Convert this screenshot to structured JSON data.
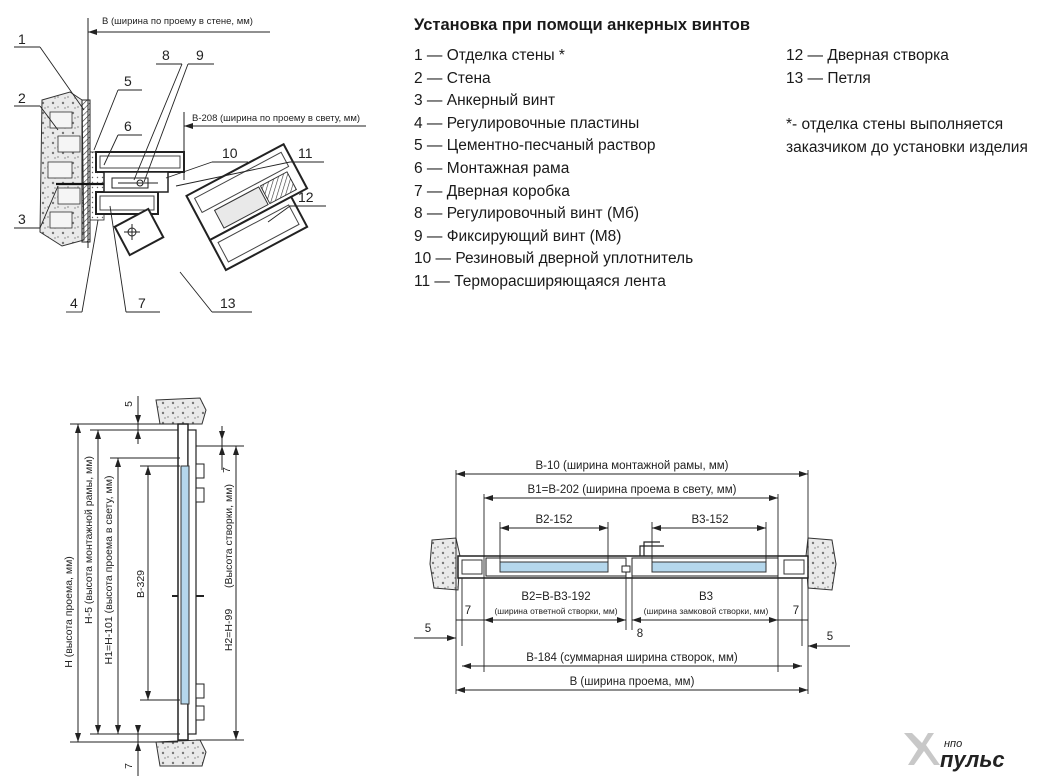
{
  "title": "Установка при помощи анкерных винтов",
  "legend_left": [
    "1 — Отделка стены *",
    "2 — Стена",
    "3 — Анкерный винт",
    "4 — Регулировочные пластины",
    "5 — Цементно-песчаный раствор",
    "6 — Монтажная рама",
    "7 — Дверная коробка",
    "8 — Регулировочный винт (Мб)",
    "9 — Фиксирующий винт (М8)",
    "10 — Резиновый дверной уплотнитель",
    "11 — Терморасширяющаяся лента"
  ],
  "legend_right": [
    "12 — Дверная створка",
    "13 — Петля"
  ],
  "note": [
    "*- отделка стены выполняется",
    "заказчиком до установки изделия"
  ],
  "section_detail": {
    "width_label": "В (ширина по проему в стене, мм)",
    "clear_width_label": "В-208 (ширина по проему в свету, мм)",
    "callouts": [
      "1",
      "2",
      "3",
      "4",
      "5",
      "6",
      "7",
      "8",
      "9",
      "10",
      "11",
      "12",
      "13"
    ]
  },
  "side_view": {
    "dims": {
      "gap_top": "5",
      "gap_bottom": "7",
      "leaf_top_gap": "7",
      "h": "Н (высота проема, мм)",
      "h5": "Н-5 (высота монтажной рамы, мм)",
      "h1": "Н1=Н-101 (высота проема в свету, мм)",
      "b329": "В-329",
      "h2": "Н2=Н-99",
      "leaf_height": "(Высота створки, мм)"
    }
  },
  "plan_view": {
    "dims": {
      "b10": "В-10 (ширина монтажной рамы, мм)",
      "b1": "В1=В-202 (ширина проема в свету, мм)",
      "b2_152": "В2-152",
      "b3_152": "В3-152",
      "b2": "В2=В-В3-192",
      "b2_sub": "(ширина ответной створки, мм)",
      "b3": "В3",
      "b3_sub": "(ширина замковой створки, мм)",
      "left7": "7",
      "right7": "7",
      "left5": "5",
      "right5": "5",
      "mid8": "8",
      "b184": "В-184 (суммарная ширина створок, мм)",
      "b": "В (ширина проема, мм)"
    }
  },
  "logo": {
    "small": "нпо",
    "big": "пульс",
    "icon": "pulse-logo-icon"
  }
}
